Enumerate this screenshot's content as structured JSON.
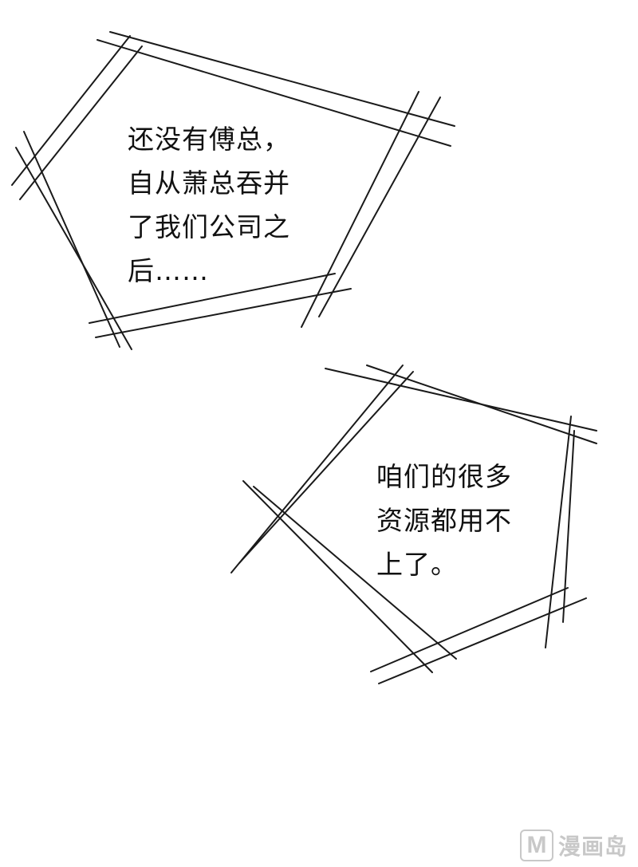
{
  "bubbles": [
    {
      "lines": [
        "还没有傅总，",
        "自从萧总吞并",
        "了我们公司之",
        "后……"
      ]
    },
    {
      "lines": [
        "咱们的很多",
        "资源都用不",
        "上了。"
      ]
    }
  ],
  "watermark": {
    "logo_letter": "M",
    "text": "漫画岛"
  },
  "colors": {
    "ink": "#111111",
    "watermark": "#c8c8c8",
    "background": "#ffffff"
  }
}
